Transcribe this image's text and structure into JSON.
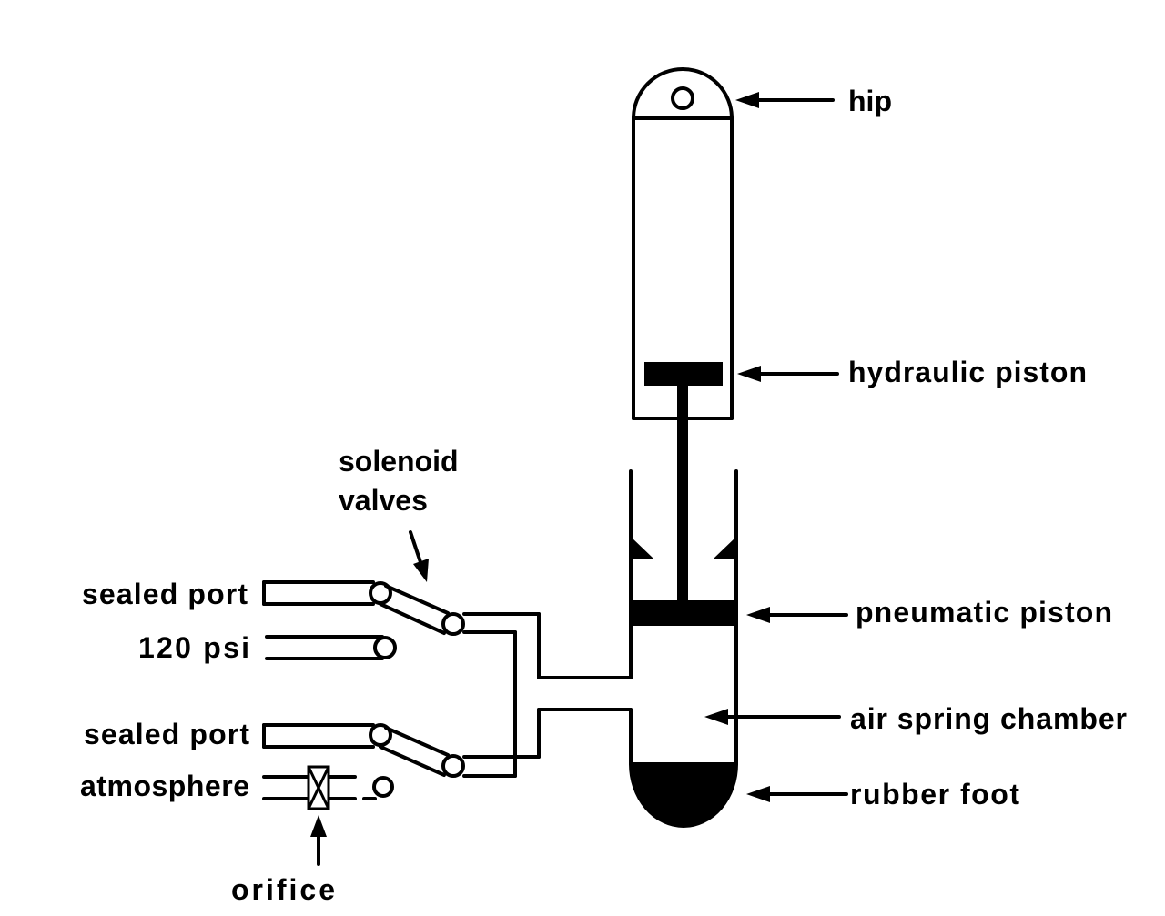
{
  "labels": {
    "hip": "hip",
    "hydraulic_piston": "hydraulic piston",
    "pneumatic_piston": "pneumatic piston",
    "air_spring_chamber": "air spring chamber",
    "rubber_foot": "rubber foot",
    "solenoid_line1": "solenoid",
    "solenoid_line2": "valves",
    "sealed_port_top": "sealed port",
    "psi_120": "120 psi",
    "sealed_port_bottom": "sealed port",
    "atmosphere": "atmosphere",
    "orifice": "orifice"
  },
  "colors": {
    "ink": "#000000",
    "background": "#ffffff"
  }
}
